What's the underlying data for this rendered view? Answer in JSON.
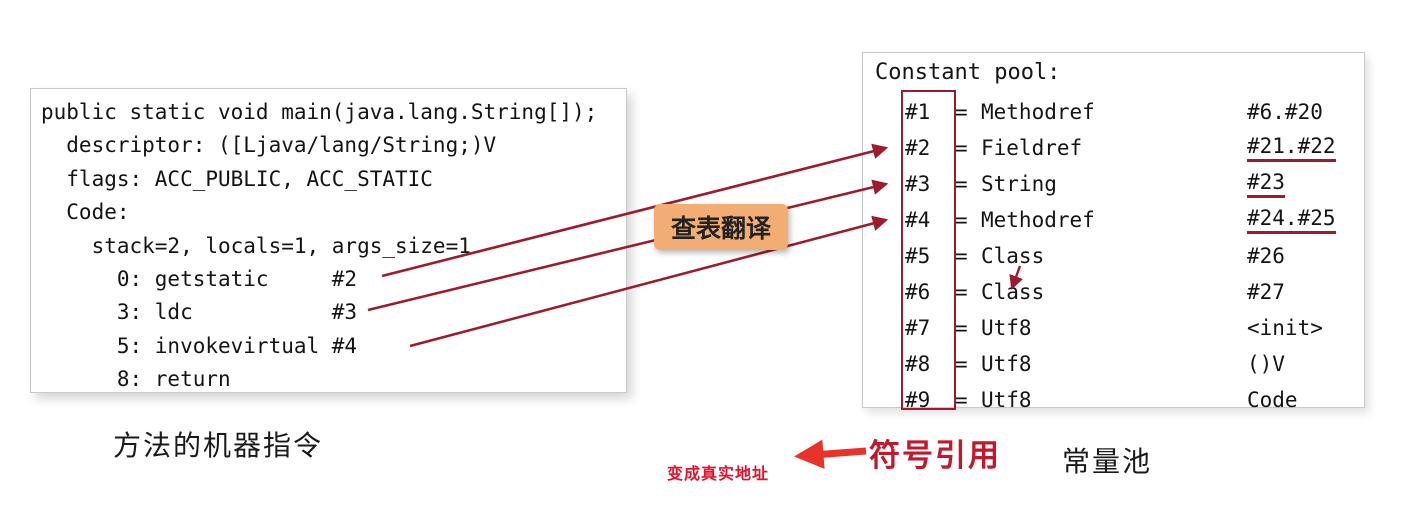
{
  "bytecode": {
    "lines": [
      "public static void main(java.lang.String[]);",
      "  descriptor: ([Ljava/lang/String;)V",
      "  flags: ACC_PUBLIC, ACC_STATIC",
      "  Code:",
      "    stack=2, locals=1, args_size=1",
      "      0: getstatic     #2",
      "      3: ldc           #3",
      "      5: invokevirtual #4",
      "      8: return"
    ]
  },
  "constant_pool": {
    "title": "Constant pool:",
    "equals": "=",
    "rows": [
      {
        "index": "#1",
        "type": "Methodref",
        "value": "#6.#20",
        "underline": false
      },
      {
        "index": "#2",
        "type": "Fieldref",
        "value": "#21.#22",
        "underline": true
      },
      {
        "index": "#3",
        "type": "String",
        "value": "#23",
        "underline": true
      },
      {
        "index": "#4",
        "type": "Methodref",
        "value": "#24.#25",
        "underline": true
      },
      {
        "index": "#5",
        "type": "Class",
        "value": "#26",
        "underline": false
      },
      {
        "index": "#6",
        "type": "Class",
        "value": "#27",
        "underline": false
      },
      {
        "index": "#7",
        "type": "Utf8",
        "value": "<init>",
        "underline": false
      },
      {
        "index": "#8",
        "type": "Utf8",
        "value": "()V",
        "underline": false
      },
      {
        "index": "#9",
        "type": "Utf8",
        "value": "Code",
        "underline": false
      }
    ]
  },
  "labels": {
    "lookup": "查表翻译",
    "left_caption": "方法的机器指令",
    "symbol_ref": "符号引用",
    "real_addr": "变成真实地址",
    "pool_caption": "常量池"
  },
  "colors": {
    "arrow_dark_red": "#9e1b2f",
    "highlight_red": "#e8332a",
    "label_bg": "#f2ad74"
  }
}
